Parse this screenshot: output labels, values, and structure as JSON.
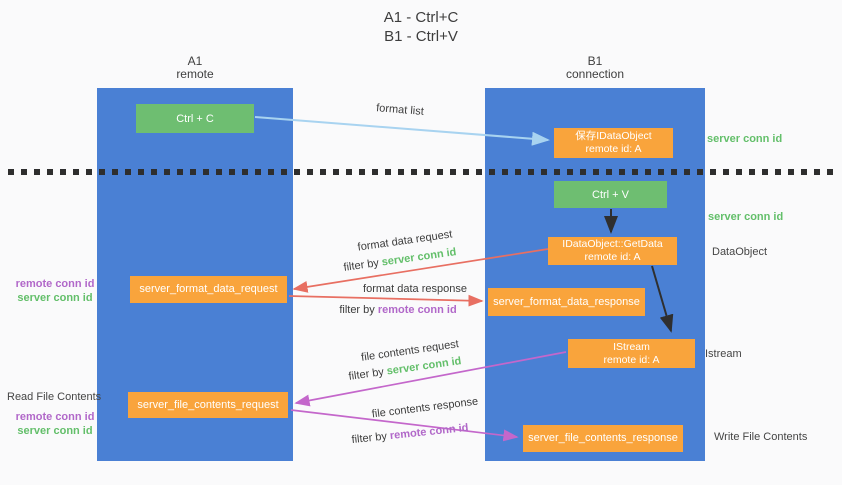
{
  "title": {
    "line1": "A1 - Ctrl+C",
    "line2": "B1 - Ctrl+V"
  },
  "columns": {
    "left": {
      "id": "A1",
      "subtitle": "remote"
    },
    "right": {
      "id": "B1",
      "subtitle": "connection"
    }
  },
  "nodes": {
    "ctrl_c": "Ctrl + C",
    "ctrl_v": "Ctrl + V",
    "save_idataobject": {
      "line1": "保存IDataObject",
      "line2": "remote id: A"
    },
    "idataobject_getdata": {
      "line1": "IDataObject::GetData",
      "line2": "remote id: A"
    },
    "istream": {
      "line1": "IStream",
      "line2": "remote id: A"
    },
    "server_format_data_request": "server_format_data_request",
    "server_format_data_response": "server_format_data_response",
    "server_file_contents_request": "server_file_contents_request",
    "server_file_contents_response": "server_file_contents_response"
  },
  "labels": {
    "format_list": "format list",
    "format_data_request": "format data request",
    "format_data_response": "format data response",
    "file_contents_request": "file contents request",
    "file_contents_response": "file contents response",
    "filter_by": "filter by ",
    "server_conn_id": "server conn id",
    "remote_conn_id": "remote conn id",
    "dataobject": "DataObject",
    "istream": "Istream",
    "read_file_contents": "Read File Contents",
    "write_file_contents": "Write File Contents"
  },
  "colors": {
    "column_blue": "#4a80d4",
    "node_green": "#6ebe71",
    "node_orange": "#f9a43c",
    "arrow_red": "#e86f62",
    "arrow_purple": "#c467cb",
    "arrow_light_blue": "#a8d3f0",
    "text_green": "#63bf6a",
    "text_purple": "#b168c9"
  }
}
